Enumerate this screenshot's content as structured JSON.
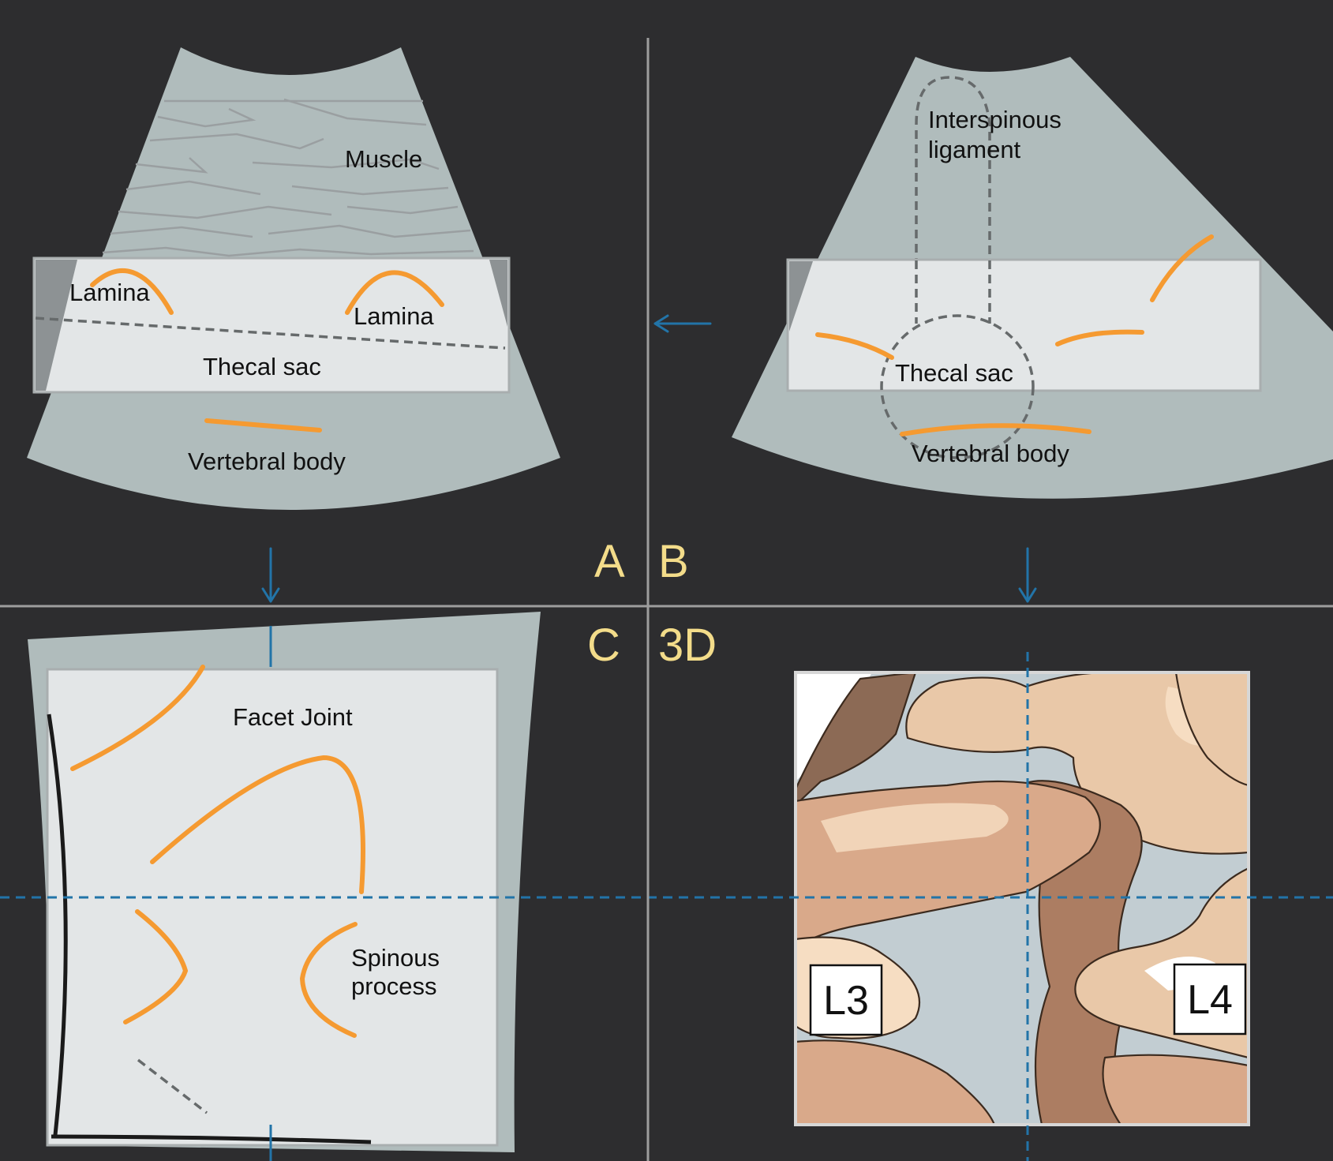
{
  "labels": {
    "muscle": "Muscle",
    "lamina_left": "Lamina",
    "lamina_right": "Lamina",
    "thecal_sac_a": "Thecal sac",
    "vertebral_body_a": "Vertebral body",
    "interspinous_line1": "Interspinous",
    "interspinous_line2": "ligament",
    "thecal_sac_b": "Thecal sac",
    "vertebral_body_b": "Vertebral body",
    "facet_joint": "Facet Joint",
    "spinous_line1": "Spinous",
    "spinous_line2": "process"
  },
  "quadrants": {
    "a": "A",
    "b": "B",
    "c": "C",
    "d": "3D"
  },
  "vertebrae": {
    "left": "L3",
    "right": "L4"
  },
  "colors": {
    "background": "#2d2d2f",
    "fan": "#b0bcbc",
    "slab": "#e3e6e7",
    "bone_echo": "#f59a31",
    "quadrant_letter": "#f3dc8a",
    "reference_line": "#2274a8",
    "divider": "#9d9d9d"
  }
}
